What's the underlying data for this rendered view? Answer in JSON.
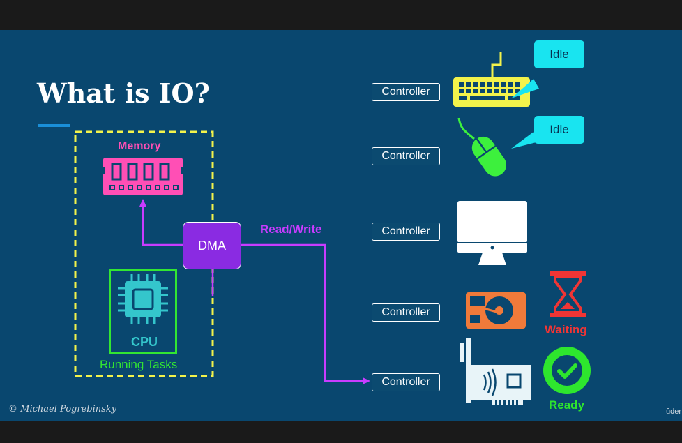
{
  "slide": {
    "title": "What is IO?",
    "copyright": "© Michael Pogrebinsky",
    "brand": "ûder"
  },
  "diagram": {
    "memory_label": "Memory",
    "dma_label": "DMA",
    "cpu_label": "CPU",
    "cpu_status": "Running Tasks",
    "bus_label": "Read/Write",
    "controllers": [
      "Controller",
      "Controller",
      "Controller",
      "Controller",
      "Controller"
    ],
    "devices": [
      {
        "name": "keyboard",
        "status": "Idle"
      },
      {
        "name": "mouse",
        "status": "Idle"
      },
      {
        "name": "monitor",
        "status": ""
      },
      {
        "name": "hard-drive",
        "status": "Waiting"
      },
      {
        "name": "network-card",
        "status": "Ready"
      }
    ]
  },
  "colors": {
    "background": "#09476f",
    "memory": "#ff4fb5",
    "dma": "#8a2be2",
    "bus": "#c83cff",
    "cpu": "#34c6cc",
    "cpu_frame": "#32e632",
    "boundary": "#f3f34b",
    "keyboard": "#f3f34b",
    "mouse": "#3df03d",
    "bubble": "#19e4f0",
    "waiting": "#f03535",
    "ready": "#2ee62e",
    "drive": "#f07a3a"
  }
}
